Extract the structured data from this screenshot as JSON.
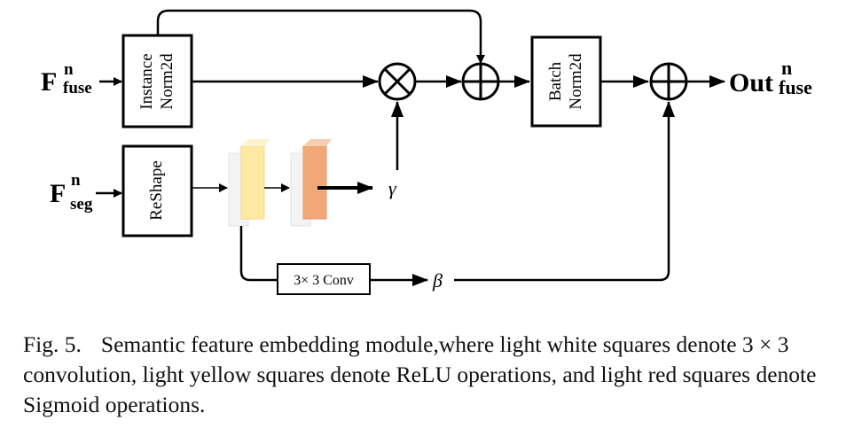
{
  "inputs": {
    "f_fuse": {
      "main": "F",
      "sup": "n",
      "sub": "fuse"
    },
    "f_seg": {
      "main": "F",
      "sup": "n",
      "sub": "seg"
    }
  },
  "output": {
    "main": "Out",
    "sup": "n",
    "sub": "fuse"
  },
  "boxes": {
    "instance_norm": [
      "Instance",
      "Norm2d"
    ],
    "reshape": "ReShape",
    "batch_norm": [
      "Batch",
      "Norm2d"
    ],
    "conv": "3× 3 Conv"
  },
  "symbols": {
    "gamma": "γ",
    "beta": "β"
  },
  "colors": {
    "white_square": "#f0f0f0",
    "yellow_square": "#fde9a4",
    "red_square": "#f2a97a"
  },
  "caption": {
    "label": "Fig. 5.",
    "text": "Semantic feature embedding module,where light white squares denote 3 × 3 convolution, light yellow squares denote ReLU operations, and light red squares denote Sigmoid operations."
  }
}
